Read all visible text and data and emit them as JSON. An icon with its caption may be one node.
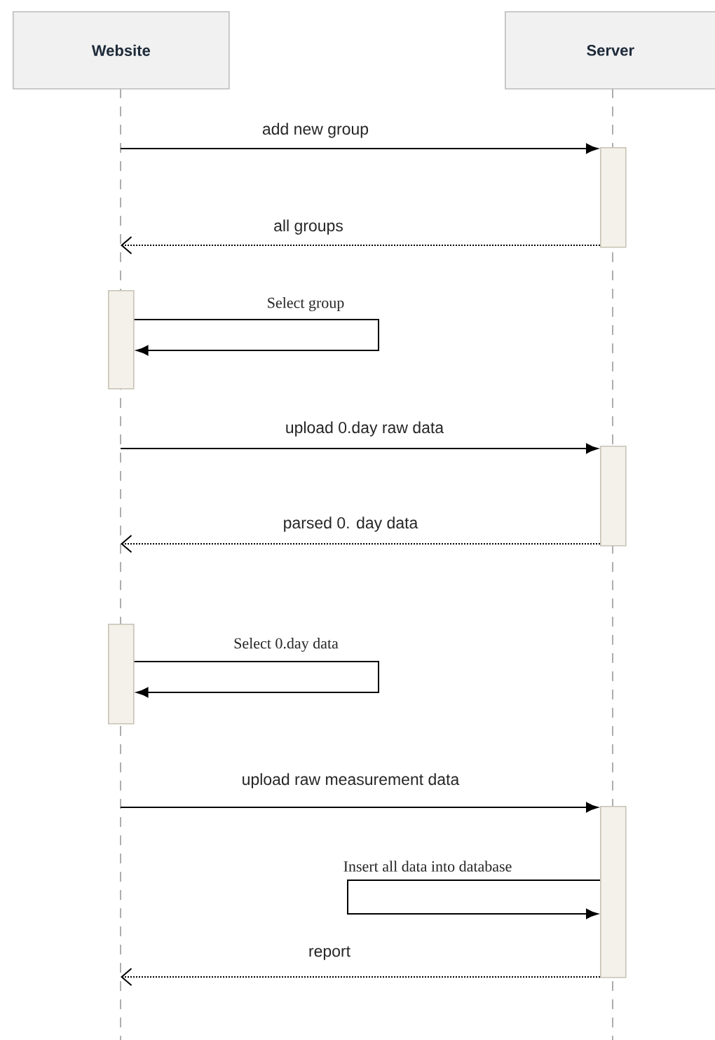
{
  "diagram": {
    "nodes": [
      {
        "text": [
          "Website"
        ]
      },
      {
        "text": [
          "Server"
        ]
      },
      {
        "text": [],
        "shape": "bar"
      },
      {
        "text": [],
        "shape": "bar"
      },
      {
        "text": [],
        "shape": "bar"
      },
      {
        "text": [],
        "shape": "bar"
      },
      {
        "text": [],
        "shape": "bar"
      }
    ],
    "edges": [
      {
        "from": null,
        "to": 2,
        "arrow": "to",
        "label": "add new group"
      },
      {
        "from": 2,
        "to": null,
        "arrow": "to",
        "label": "all groups",
        "style": "dashed"
      },
      {
        "from": 3,
        "to": 3,
        "arrow": "to",
        "label": "Select group"
      },
      {
        "from": null,
        "to": 4,
        "arrow": "to",
        "label": "upload 0.day raw data"
      },
      {
        "from": 4,
        "to": null,
        "arrow": "to",
        "label": "parsed 0. day data",
        "style": "dashed"
      },
      {
        "from": 5,
        "to": 5,
        "arrow": "to",
        "label": "Select 0.day data"
      },
      {
        "from": null,
        "to": 6,
        "arrow": "to",
        "label": "upload raw measurement data"
      },
      {
        "from": 6,
        "to": 6,
        "arrow": "to",
        "label": "Insert all data into database"
      },
      {
        "from": 6,
        "to": null,
        "arrow": "to",
        "label": "report",
        "style": "dashed"
      }
    ]
  }
}
